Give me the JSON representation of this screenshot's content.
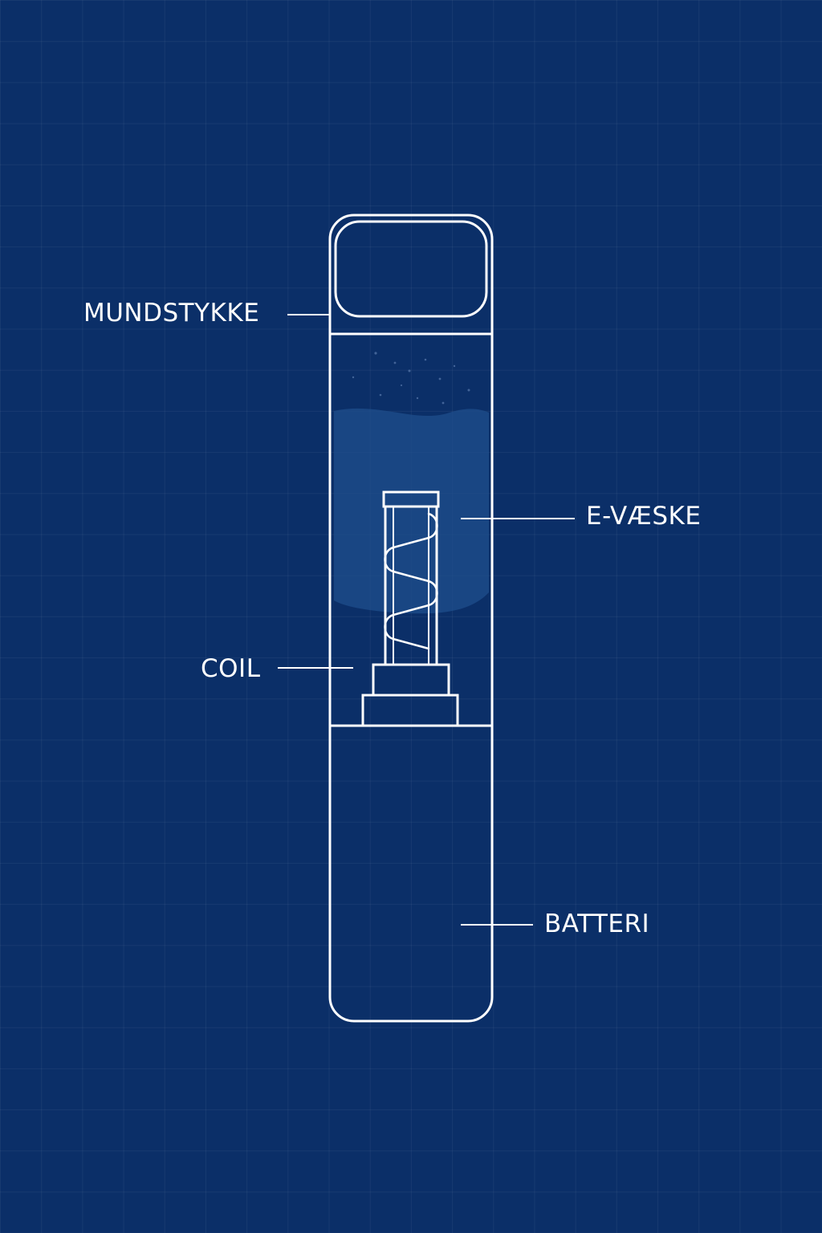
{
  "diagram": {
    "labels": {
      "mouthpiece": "MUNDSTYKKE",
      "liquid": "E-VÆSKE",
      "coil": "COIL",
      "battery": "BATTERI"
    },
    "colors": {
      "background": "#0b2f68",
      "outline": "#ffffff",
      "liquid": "#1f4f8c"
    }
  }
}
